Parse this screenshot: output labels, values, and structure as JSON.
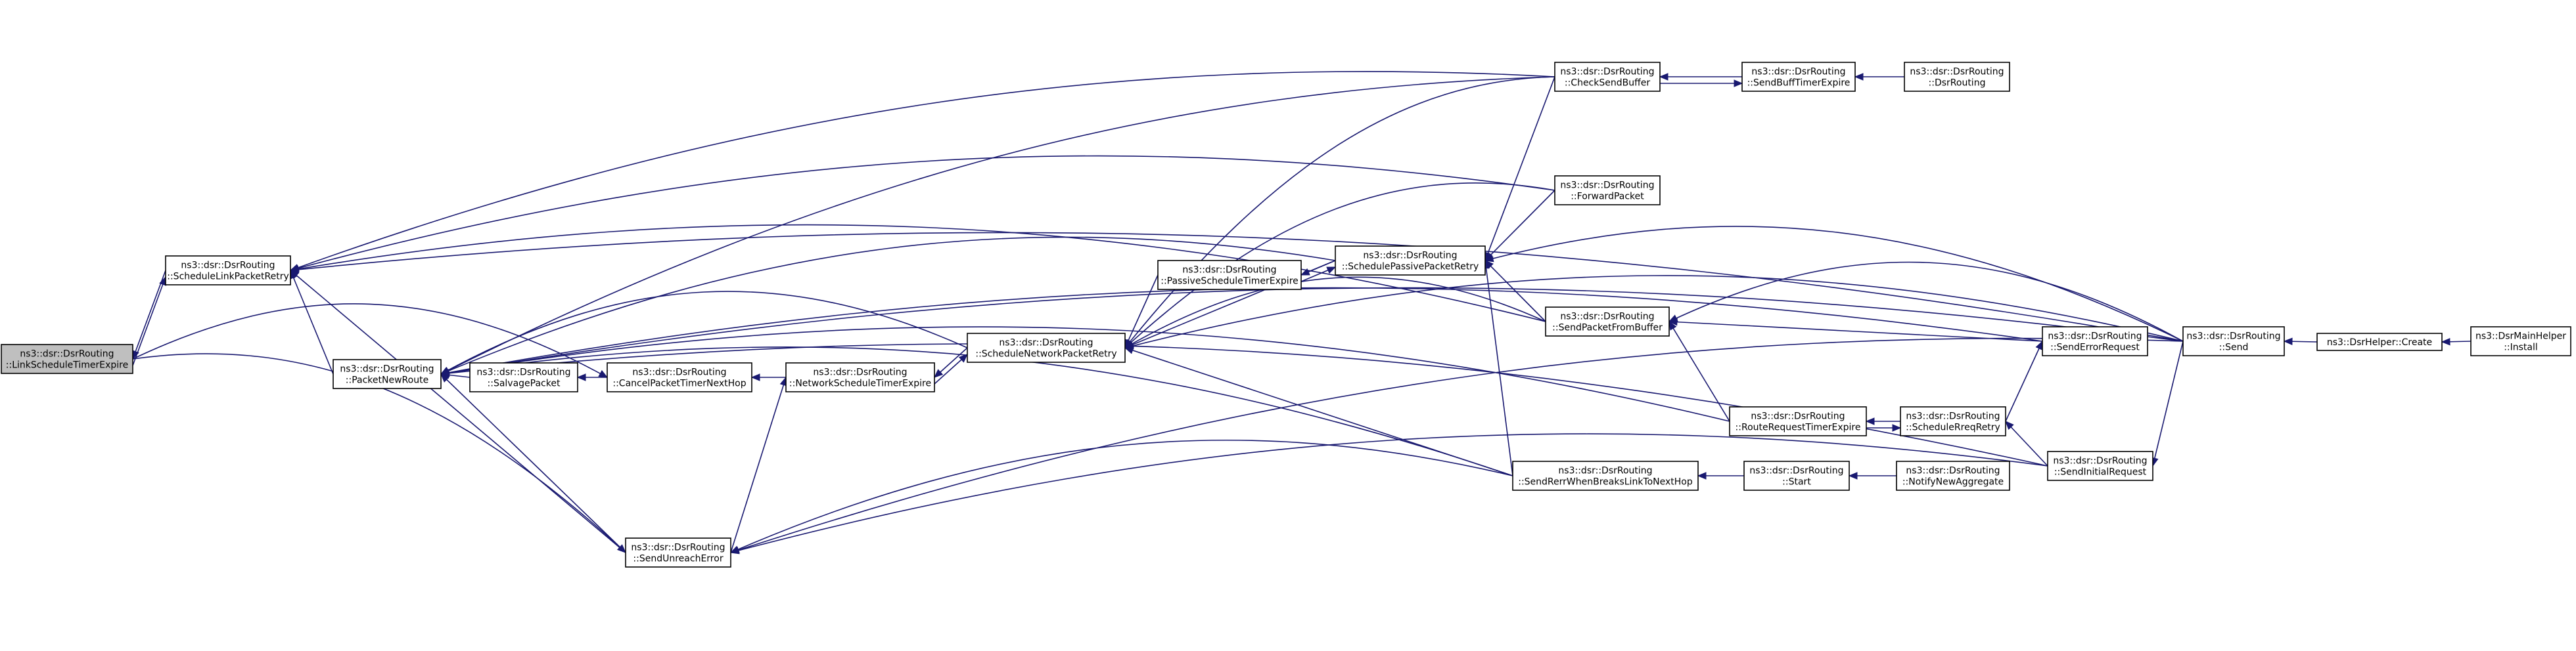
{
  "diagram": {
    "type": "call-graph",
    "colors": {
      "edge": "#191970",
      "node_border": "#000000",
      "node_fill": "#ffffff",
      "current_node_fill": "#bfbfbf",
      "background": "#ffffff"
    },
    "nodes": [
      {
        "id": "link_schedule_timer_expire",
        "current": true,
        "lines": [
          "ns3::dsr::DsrRouting",
          "::LinkScheduleTimerExpire"
        ]
      },
      {
        "id": "schedule_link_packet_retry",
        "lines": [
          "ns3::dsr::DsrRouting",
          "::ScheduleLinkPacketRetry"
        ]
      },
      {
        "id": "packet_new_route",
        "lines": [
          "ns3::dsr::DsrRouting",
          "::PacketNewRoute"
        ]
      },
      {
        "id": "salvage_packet",
        "lines": [
          "ns3::dsr::DsrRouting",
          "::SalvagePacket"
        ]
      },
      {
        "id": "cancel_packet_timer_next_hop",
        "lines": [
          "ns3::dsr::DsrRouting",
          "::CancelPacketTimerNextHop"
        ]
      },
      {
        "id": "network_schedule_timer_expire",
        "lines": [
          "ns3::dsr::DsrRouting",
          "::NetworkScheduleTimerExpire"
        ]
      },
      {
        "id": "schedule_network_packet_retry",
        "lines": [
          "ns3::dsr::DsrRouting",
          "::ScheduleNetworkPacketRetry"
        ]
      },
      {
        "id": "passive_schedule_timer_expire",
        "lines": [
          "ns3::dsr::DsrRouting",
          "::PassiveScheduleTimerExpire"
        ]
      },
      {
        "id": "schedule_passive_packet_retry",
        "lines": [
          "ns3::dsr::DsrRouting",
          "::SchedulePassivePacketRetry"
        ]
      },
      {
        "id": "check_send_buffer",
        "lines": [
          "ns3::dsr::DsrRouting",
          "::CheckSendBuffer"
        ]
      },
      {
        "id": "send_buff_timer_expire",
        "lines": [
          "ns3::dsr::DsrRouting",
          "::SendBuffTimerExpire"
        ]
      },
      {
        "id": "dsr_routing_ctor",
        "lines": [
          "ns3::dsr::DsrRouting",
          "::DsrRouting"
        ]
      },
      {
        "id": "forward_packet",
        "lines": [
          "ns3::dsr::DsrRouting",
          "::ForwardPacket"
        ]
      },
      {
        "id": "send_packet_from_buffer",
        "lines": [
          "ns3::dsr::DsrRouting",
          "::SendPacketFromBuffer"
        ]
      },
      {
        "id": "send_error_request",
        "lines": [
          "ns3::dsr::DsrRouting",
          "::SendErrorRequest"
        ]
      },
      {
        "id": "send",
        "lines": [
          "ns3::dsr::DsrRouting",
          "::Send"
        ]
      },
      {
        "id": "dsr_helper_create",
        "lines": [
          "ns3::DsrHelper::Create"
        ]
      },
      {
        "id": "dsr_main_helper_install",
        "lines": [
          "ns3::DsrMainHelper",
          "::Install"
        ]
      },
      {
        "id": "route_request_timer_expire",
        "lines": [
          "ns3::dsr::DsrRouting",
          "::RouteRequestTimerExpire"
        ]
      },
      {
        "id": "schedule_rreq_retry",
        "lines": [
          "ns3::dsr::DsrRouting",
          "::ScheduleRreqRetry"
        ]
      },
      {
        "id": "send_initial_request",
        "lines": [
          "ns3::dsr::DsrRouting",
          "::SendInitialRequest"
        ]
      },
      {
        "id": "send_rerr_when_breaks",
        "lines": [
          "ns3::dsr::DsrRouting",
          "::SendRerrWhenBreaksLinkToNextHop"
        ]
      },
      {
        "id": "start",
        "lines": [
          "ns3::dsr::DsrRouting",
          "::Start"
        ]
      },
      {
        "id": "notify_new_aggregate",
        "lines": [
          "ns3::dsr::DsrRouting",
          "::NotifyNewAggregate"
        ]
      },
      {
        "id": "send_unreach_error",
        "lines": [
          "ns3::dsr::DsrRouting",
          "::SendUnreachError"
        ]
      }
    ],
    "edges": [
      {
        "from": "schedule_link_packet_retry",
        "to": "link_schedule_timer_expire"
      },
      {
        "from": "link_schedule_timer_expire",
        "to": "schedule_link_packet_retry"
      },
      {
        "from": "link_schedule_timer_expire",
        "to": "cancel_packet_timer_next_hop"
      },
      {
        "from": "link_schedule_timer_expire",
        "to": "send_unreach_error"
      },
      {
        "from": "packet_new_route",
        "to": "schedule_link_packet_retry"
      },
      {
        "from": "check_send_buffer",
        "to": "schedule_link_packet_retry"
      },
      {
        "from": "forward_packet",
        "to": "schedule_link_packet_retry"
      },
      {
        "from": "send_packet_from_buffer",
        "to": "schedule_link_packet_retry"
      },
      {
        "from": "send",
        "to": "schedule_link_packet_retry"
      },
      {
        "from": "send_unreach_error",
        "to": "schedule_link_packet_retry"
      },
      {
        "from": "salvage_packet",
        "to": "packet_new_route"
      },
      {
        "from": "check_send_buffer",
        "to": "packet_new_route"
      },
      {
        "from": "send_error_request",
        "to": "packet_new_route"
      },
      {
        "from": "schedule_network_packet_retry",
        "to": "packet_new_route"
      },
      {
        "from": "route_request_timer_expire",
        "to": "packet_new_route"
      },
      {
        "from": "send_rerr_when_breaks",
        "to": "packet_new_route"
      },
      {
        "from": "send_initial_request",
        "to": "packet_new_route"
      },
      {
        "from": "send_unreach_error",
        "to": "packet_new_route"
      },
      {
        "from": "send",
        "to": "packet_new_route"
      },
      {
        "from": "schedule_passive_packet_retry",
        "to": "packet_new_route"
      },
      {
        "from": "cancel_packet_timer_next_hop",
        "to": "salvage_packet"
      },
      {
        "from": "network_schedule_timer_expire",
        "to": "cancel_packet_timer_next_hop"
      },
      {
        "from": "schedule_network_packet_retry",
        "to": "network_schedule_timer_expire"
      },
      {
        "from": "network_schedule_timer_expire",
        "to": "schedule_network_packet_retry"
      },
      {
        "from": "passive_schedule_timer_expire",
        "to": "schedule_network_packet_retry"
      },
      {
        "from": "schedule_passive_packet_retry",
        "to": "schedule_network_packet_retry"
      },
      {
        "from": "check_send_buffer",
        "to": "schedule_network_packet_retry"
      },
      {
        "from": "send_packet_from_buffer",
        "to": "schedule_network_packet_retry"
      },
      {
        "from": "send",
        "to": "schedule_network_packet_retry"
      },
      {
        "from": "forward_packet",
        "to": "schedule_network_packet_retry"
      },
      {
        "from": "send_rerr_when_breaks",
        "to": "schedule_network_packet_retry"
      },
      {
        "from": "schedule_passive_packet_retry",
        "to": "passive_schedule_timer_expire"
      },
      {
        "from": "passive_schedule_timer_expire",
        "to": "schedule_passive_packet_retry"
      },
      {
        "from": "check_send_buffer",
        "to": "schedule_passive_packet_retry"
      },
      {
        "from": "forward_packet",
        "to": "schedule_passive_packet_retry"
      },
      {
        "from": "send_packet_from_buffer",
        "to": "schedule_passive_packet_retry"
      },
      {
        "from": "send",
        "to": "schedule_passive_packet_retry"
      },
      {
        "from": "send_rerr_when_breaks",
        "to": "schedule_passive_packet_retry"
      },
      {
        "from": "send_buff_timer_expire",
        "to": "check_send_buffer"
      },
      {
        "from": "check_send_buffer",
        "to": "send_buff_timer_expire"
      },
      {
        "from": "dsr_routing_ctor",
        "to": "send_buff_timer_expire"
      },
      {
        "from": "send_error_request",
        "to": "send_packet_from_buffer"
      },
      {
        "from": "send",
        "to": "send_packet_from_buffer"
      },
      {
        "from": "route_request_timer_expire",
        "to": "send_packet_from_buffer"
      },
      {
        "from": "schedule_rreq_retry",
        "to": "send_error_request"
      },
      {
        "from": "dsr_helper_create",
        "to": "send"
      },
      {
        "from": "dsr_main_helper_install",
        "to": "dsr_helper_create"
      },
      {
        "from": "send",
        "to": "send_unreach_error"
      },
      {
        "from": "schedule_rreq_retry",
        "to": "route_request_timer_expire"
      },
      {
        "from": "route_request_timer_expire",
        "to": "schedule_rreq_retry"
      },
      {
        "from": "send_initial_request",
        "to": "schedule_rreq_retry"
      },
      {
        "from": "send",
        "to": "send_initial_request"
      },
      {
        "from": "send_initial_request",
        "to": "send_unreach_error"
      },
      {
        "from": "start",
        "to": "send_rerr_when_breaks"
      },
      {
        "from": "notify_new_aggregate",
        "to": "start"
      },
      {
        "from": "send_rerr_when_breaks",
        "to": "send_unreach_error"
      },
      {
        "from": "send_unreach_error",
        "to": "network_schedule_timer_expire"
      }
    ]
  }
}
